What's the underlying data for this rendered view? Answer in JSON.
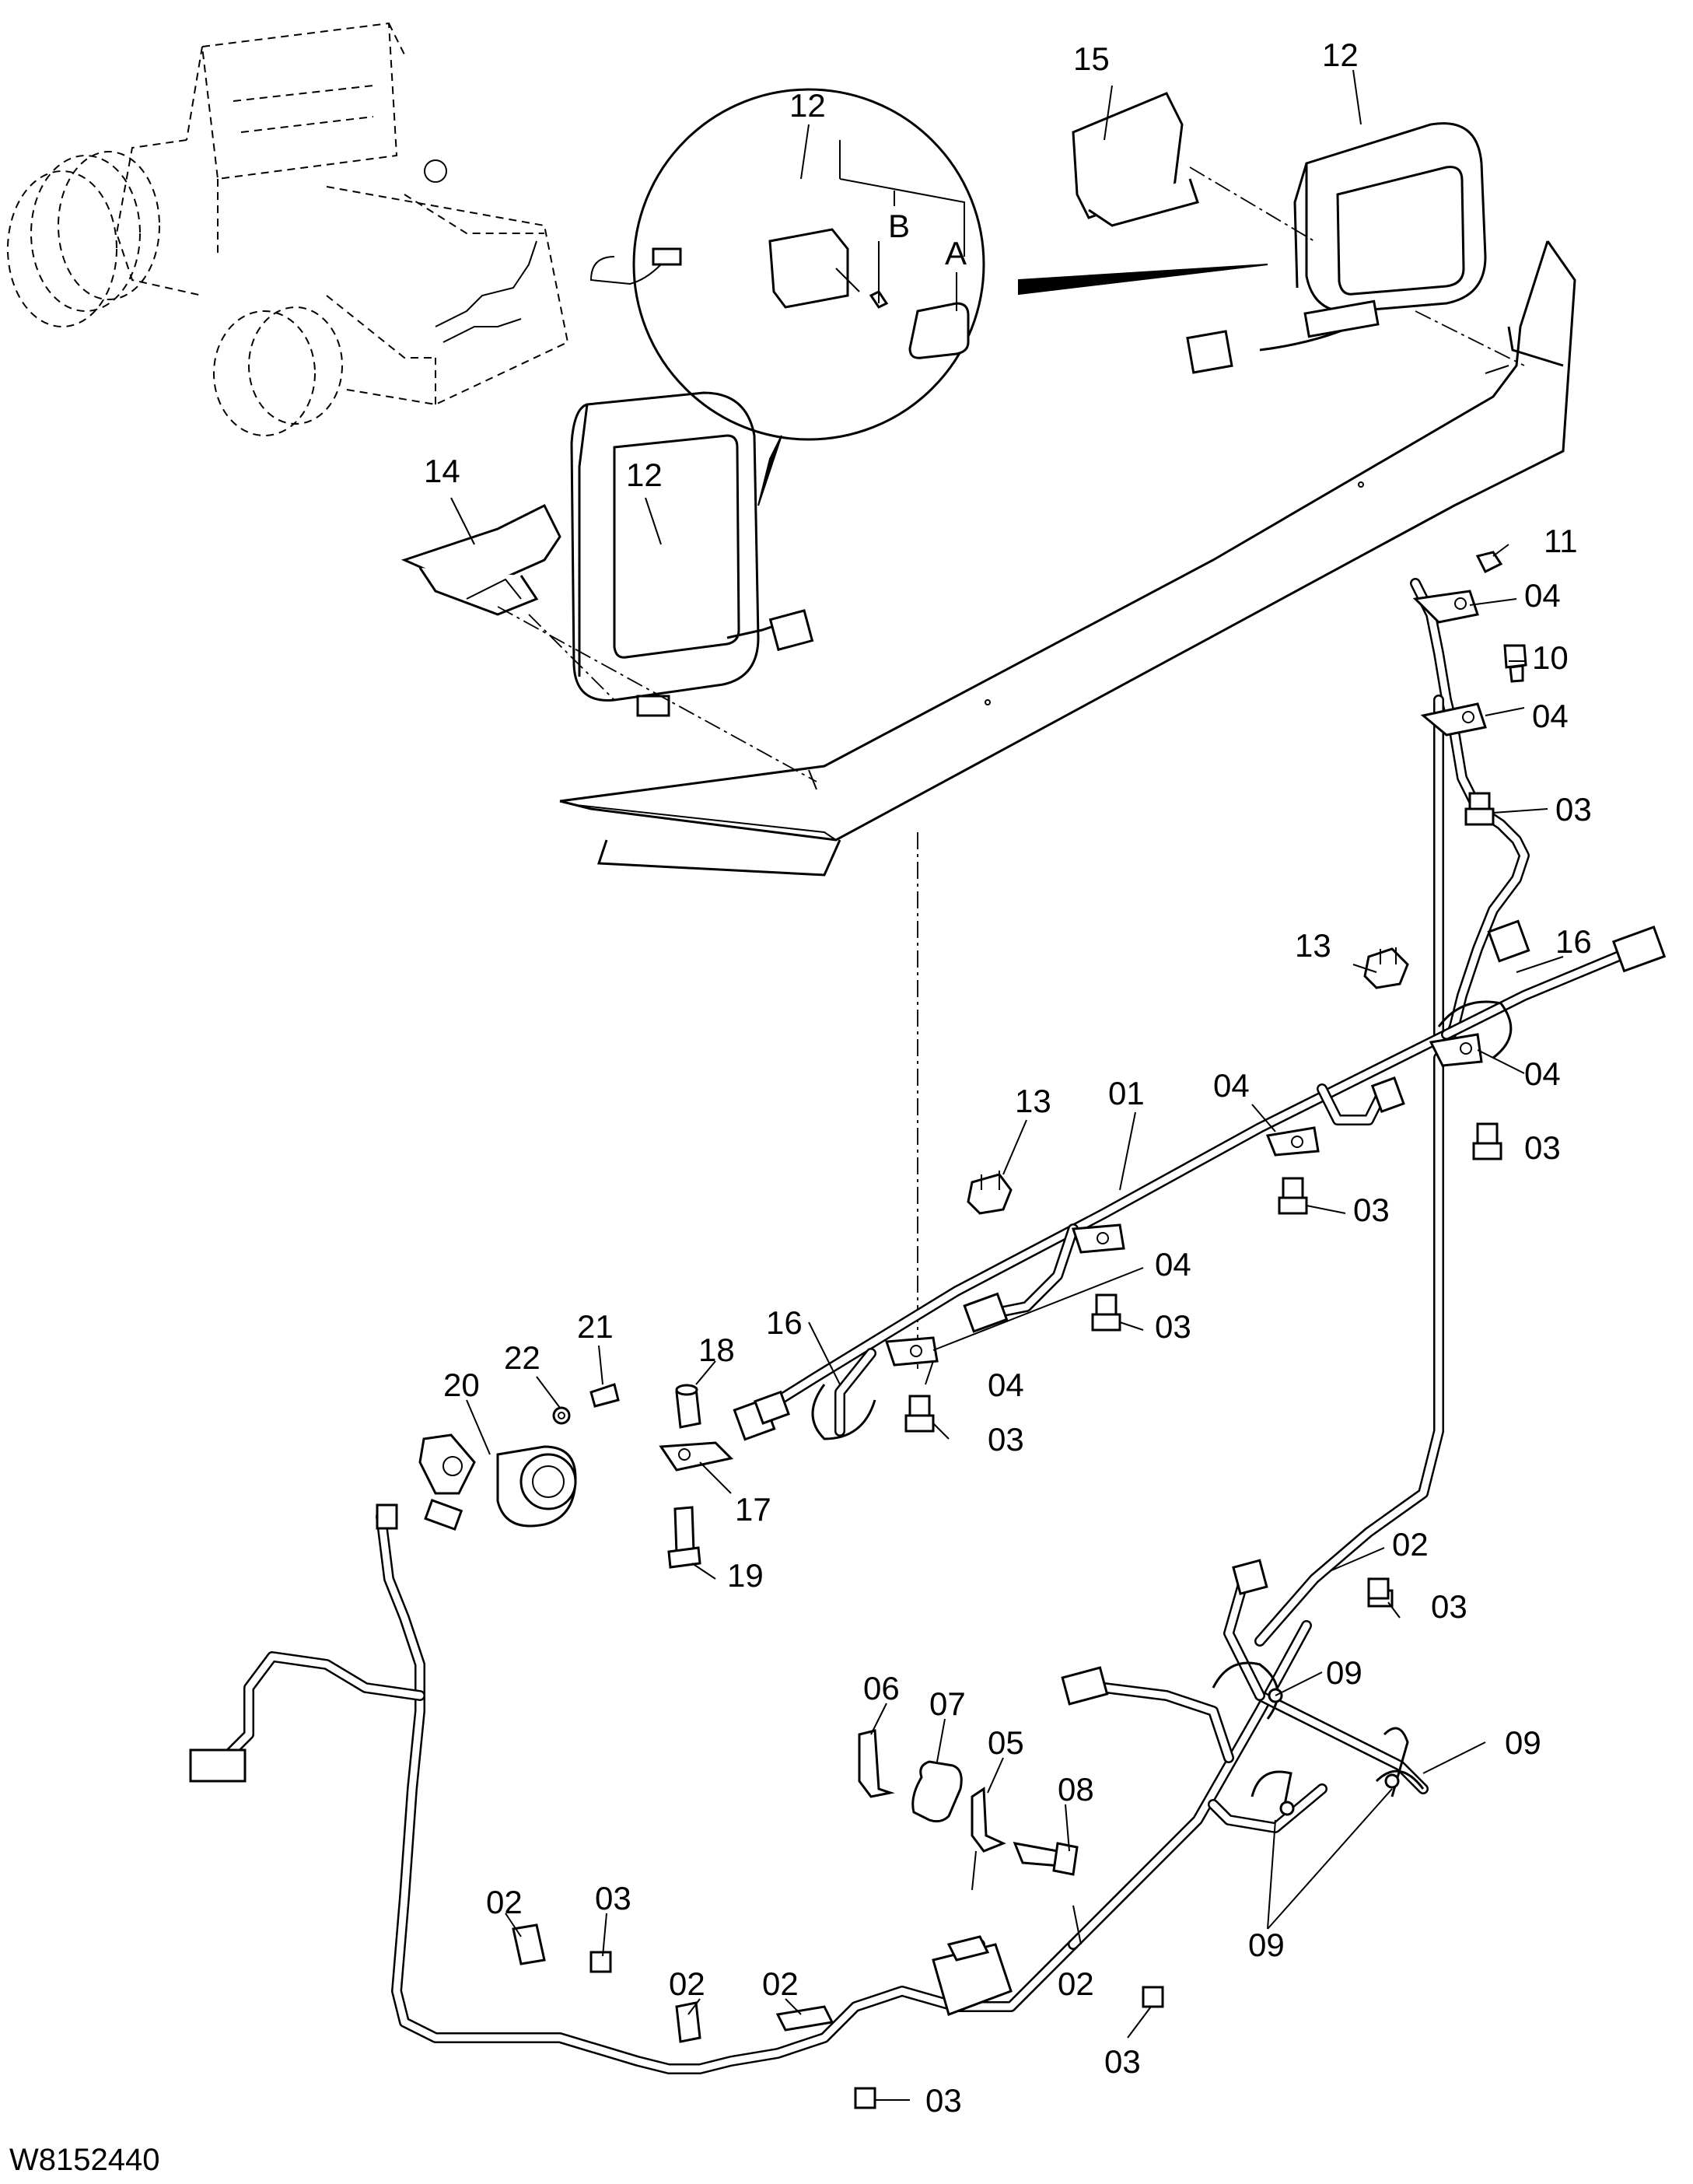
{
  "drawing": {
    "figure_id": "W8152440",
    "callouts": [
      {
        "key": "c12a",
        "text": "12"
      },
      {
        "key": "c15",
        "text": "15"
      },
      {
        "key": "c12b",
        "text": "12"
      },
      {
        "key": "cB",
        "text": "B"
      },
      {
        "key": "cA",
        "text": "A"
      },
      {
        "key": "c14",
        "text": "14"
      },
      {
        "key": "c12c",
        "text": "12"
      },
      {
        "key": "c11",
        "text": "11"
      },
      {
        "key": "c04a",
        "text": "04"
      },
      {
        "key": "c10",
        "text": "10"
      },
      {
        "key": "c04b",
        "text": "04"
      },
      {
        "key": "c03a",
        "text": "03"
      },
      {
        "key": "c13a",
        "text": "13"
      },
      {
        "key": "c16a",
        "text": "16"
      },
      {
        "key": "c04c",
        "text": "04"
      },
      {
        "key": "c03b",
        "text": "03"
      },
      {
        "key": "c04d",
        "text": "04"
      },
      {
        "key": "c01",
        "text": "01"
      },
      {
        "key": "c13b",
        "text": "13"
      },
      {
        "key": "c03c",
        "text": "03"
      },
      {
        "key": "c04e",
        "text": "04"
      },
      {
        "key": "c03d",
        "text": "03"
      },
      {
        "key": "c21",
        "text": "21"
      },
      {
        "key": "c22",
        "text": "22"
      },
      {
        "key": "c18",
        "text": "18"
      },
      {
        "key": "c16b",
        "text": "16"
      },
      {
        "key": "c04f",
        "text": "04"
      },
      {
        "key": "c20",
        "text": "20"
      },
      {
        "key": "c03e",
        "text": "03"
      },
      {
        "key": "c17",
        "text": "17"
      },
      {
        "key": "c19",
        "text": "19"
      },
      {
        "key": "c02a",
        "text": "02"
      },
      {
        "key": "c03f",
        "text": "03"
      },
      {
        "key": "c09a",
        "text": "09"
      },
      {
        "key": "c06",
        "text": "06"
      },
      {
        "key": "c07",
        "text": "07"
      },
      {
        "key": "c05",
        "text": "05"
      },
      {
        "key": "c09b",
        "text": "09"
      },
      {
        "key": "c08",
        "text": "08"
      },
      {
        "key": "c09c",
        "text": "09"
      },
      {
        "key": "c02b",
        "text": "02"
      },
      {
        "key": "c03g",
        "text": "03"
      },
      {
        "key": "c02c",
        "text": "02"
      },
      {
        "key": "c02d",
        "text": "02"
      },
      {
        "key": "c02e",
        "text": "02"
      },
      {
        "key": "c03h",
        "text": "03"
      },
      {
        "key": "c03i",
        "text": "03"
      }
    ]
  }
}
